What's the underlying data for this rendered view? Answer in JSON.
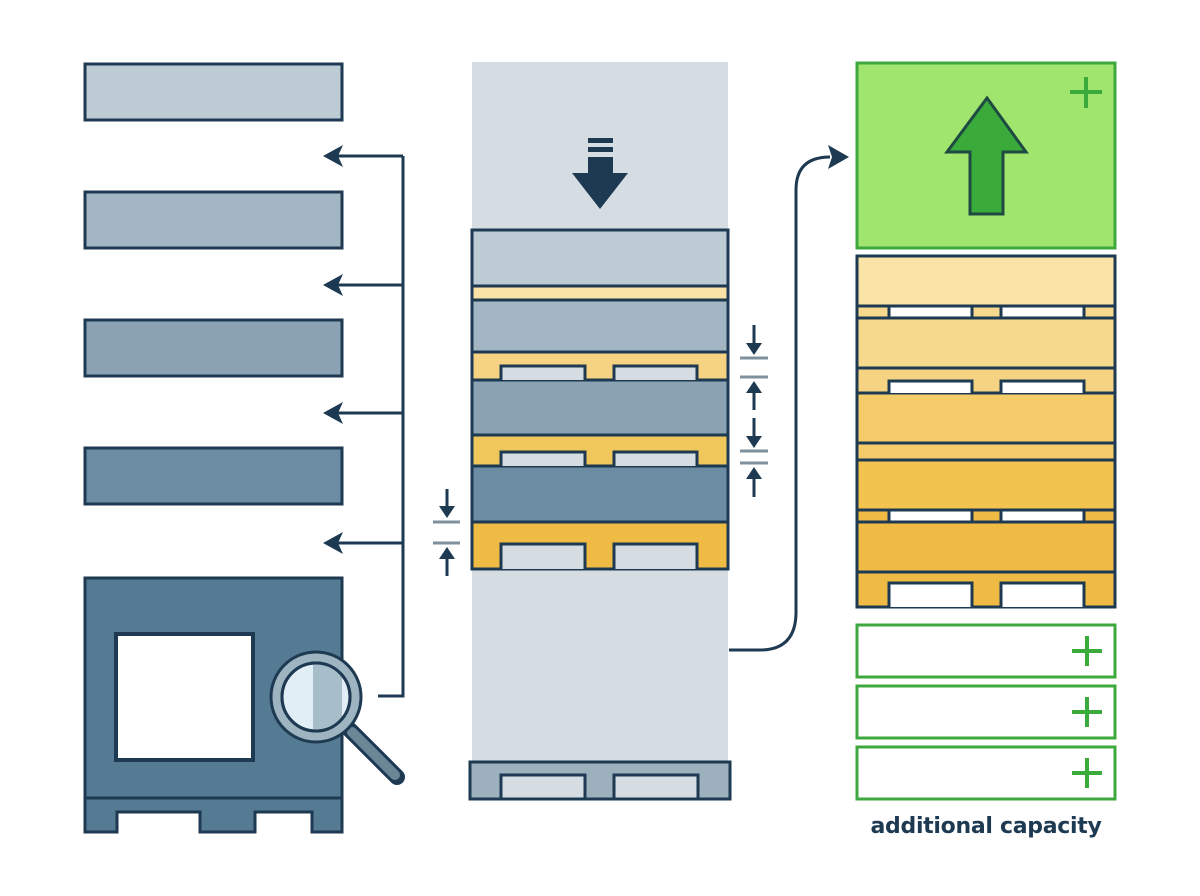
{
  "caption": "additional capacity",
  "colors": {
    "outline": "#1e3a52",
    "shelf_levels": [
      "#bccbd4",
      "#a2b7c3",
      "#8ba2b3",
      "#6b8ca3"
    ],
    "unit_body": "#557a93",
    "column_bg": "#d5dde2",
    "pallet_gray": "#9cb0bd",
    "yellow_light": "#f9e3a6",
    "yellow_mid": "#f5d383",
    "yellow_dark": "#f0bb45",
    "green_fill": "#a0e66e",
    "green_stroke": "#3ea83e",
    "green_arrow": "#3aab3a",
    "white": "#ffffff",
    "lens": "#dbe9f1"
  },
  "left_column": {
    "shelves": [
      {
        "name": "shelf-1",
        "level": 1
      },
      {
        "name": "shelf-2",
        "level": 2
      },
      {
        "name": "shelf-3",
        "level": 3
      },
      {
        "name": "shelf-4",
        "level": 4
      }
    ],
    "arrow_count": 4,
    "icons": [
      "magnifier-icon"
    ]
  },
  "center_column": {
    "icons": [
      "down-arrow-icon"
    ],
    "stack_layers": 4,
    "gap_indicators": 3
  },
  "right_column": {
    "icons": [
      "up-arrow-icon",
      "plus-icon"
    ],
    "yellow_layers": 5,
    "capacity_slots": [
      {
        "name": "slot-1",
        "icon": "plus-icon"
      },
      {
        "name": "slot-2",
        "icon": "plus-icon"
      },
      {
        "name": "slot-3",
        "icon": "plus-icon"
      }
    ]
  }
}
